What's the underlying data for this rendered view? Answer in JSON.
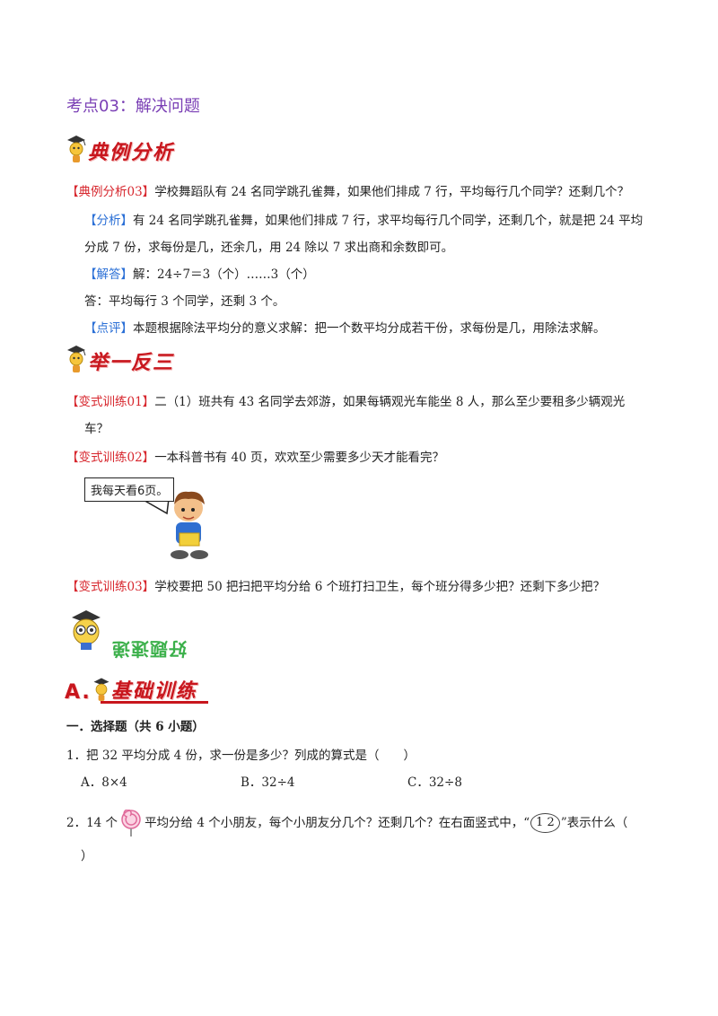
{
  "section_title": "考点03：解决问题",
  "banner_example": "典例分析",
  "example": {
    "tag": "【典例分析03】",
    "question": "学校舞蹈队有 24 名同学跳孔雀舞，如果他们排成 7 行，平均每行几个同学？还剩几个？",
    "analysis_tag": "【分析】",
    "analysis_line1": "有 24 名同学跳孔雀舞，如果他们排成 7 行，求平均每行几个同学，还剩几个，就是把 24 平均",
    "analysis_line2": "分成 7 份，求每份是几，还余几，用 24 除以 7 求出商和余数即可。",
    "answer_tag": "【解答】",
    "answer": "解：24÷7＝3（个）……3（个）",
    "reply": "答：平均每行 3 个同学，还剩 3 个。",
    "comment_tag": "【点评】",
    "comment": "本题根据除法平均分的意义求解：把一个数平均分成若干份，求每份是几，用除法求解。"
  },
  "banner_practice": "举一反三",
  "practice": [
    {
      "tag": "【变式训练01】",
      "line1": "二（1）班共有 43 名同学去郊游，如果每辆观光车能坐 8 人，那么至少要租多少辆观光",
      "line2": "车？"
    },
    {
      "tag": "【变式训练02】",
      "line1": "一本科普书有 40 页，欢欢至少需要多少天才能看完？",
      "bubble": "我每天看6页。"
    },
    {
      "tag": "【变式训练03】",
      "line1": "学校要把 50 把扫把平均分给 6 个班打扫卫生，每个班分得多少把？还剩下多少把？"
    }
  ],
  "banner_improve": "好题速递",
  "banner_basic_prefix": "A.",
  "banner_basic": "基础训练",
  "section1_heading": "一．选择题（共 6 小题）",
  "q1": {
    "text": "1．把 32 平均分成 4 份，求一份是多少？列成的算式是（　　）",
    "options": [
      "A．8×4",
      "B．32÷4",
      "C．32÷8"
    ]
  },
  "q2": {
    "part1": "2．14 个",
    "part2": "平均分给 4 个小朋友，每个小朋友分几个？还剩几个？在右面竖式中，“",
    "boxed": "1 2",
    "part3": "”表示什么（",
    "line2": "）"
  },
  "colors": {
    "title": "#7a3fb5",
    "tag_red": "#d7262d",
    "tag_blue": "#2a6fd6",
    "banner_red": "#c8161d"
  }
}
